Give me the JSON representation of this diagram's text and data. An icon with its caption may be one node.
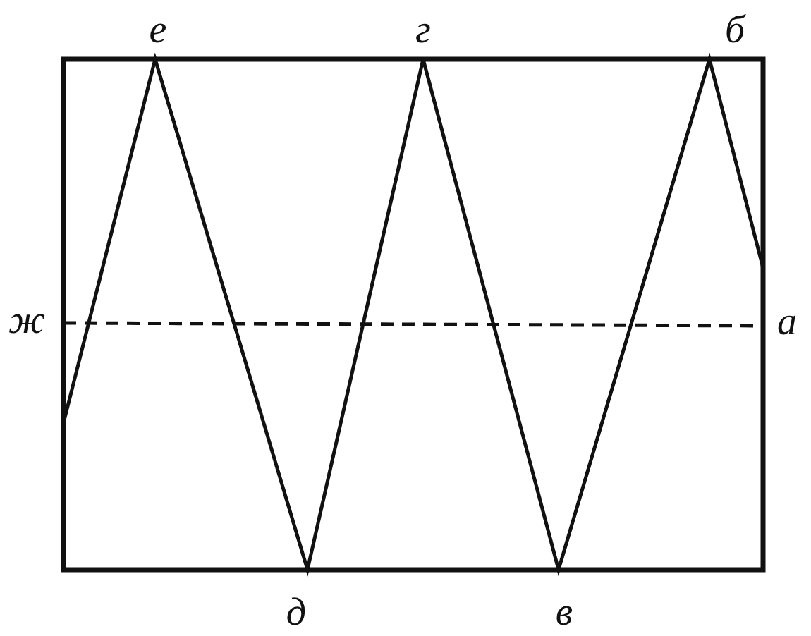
{
  "diagram": {
    "labels": [
      "е",
      "г",
      "б",
      "ж",
      "а",
      "д",
      "в"
    ]
  }
}
